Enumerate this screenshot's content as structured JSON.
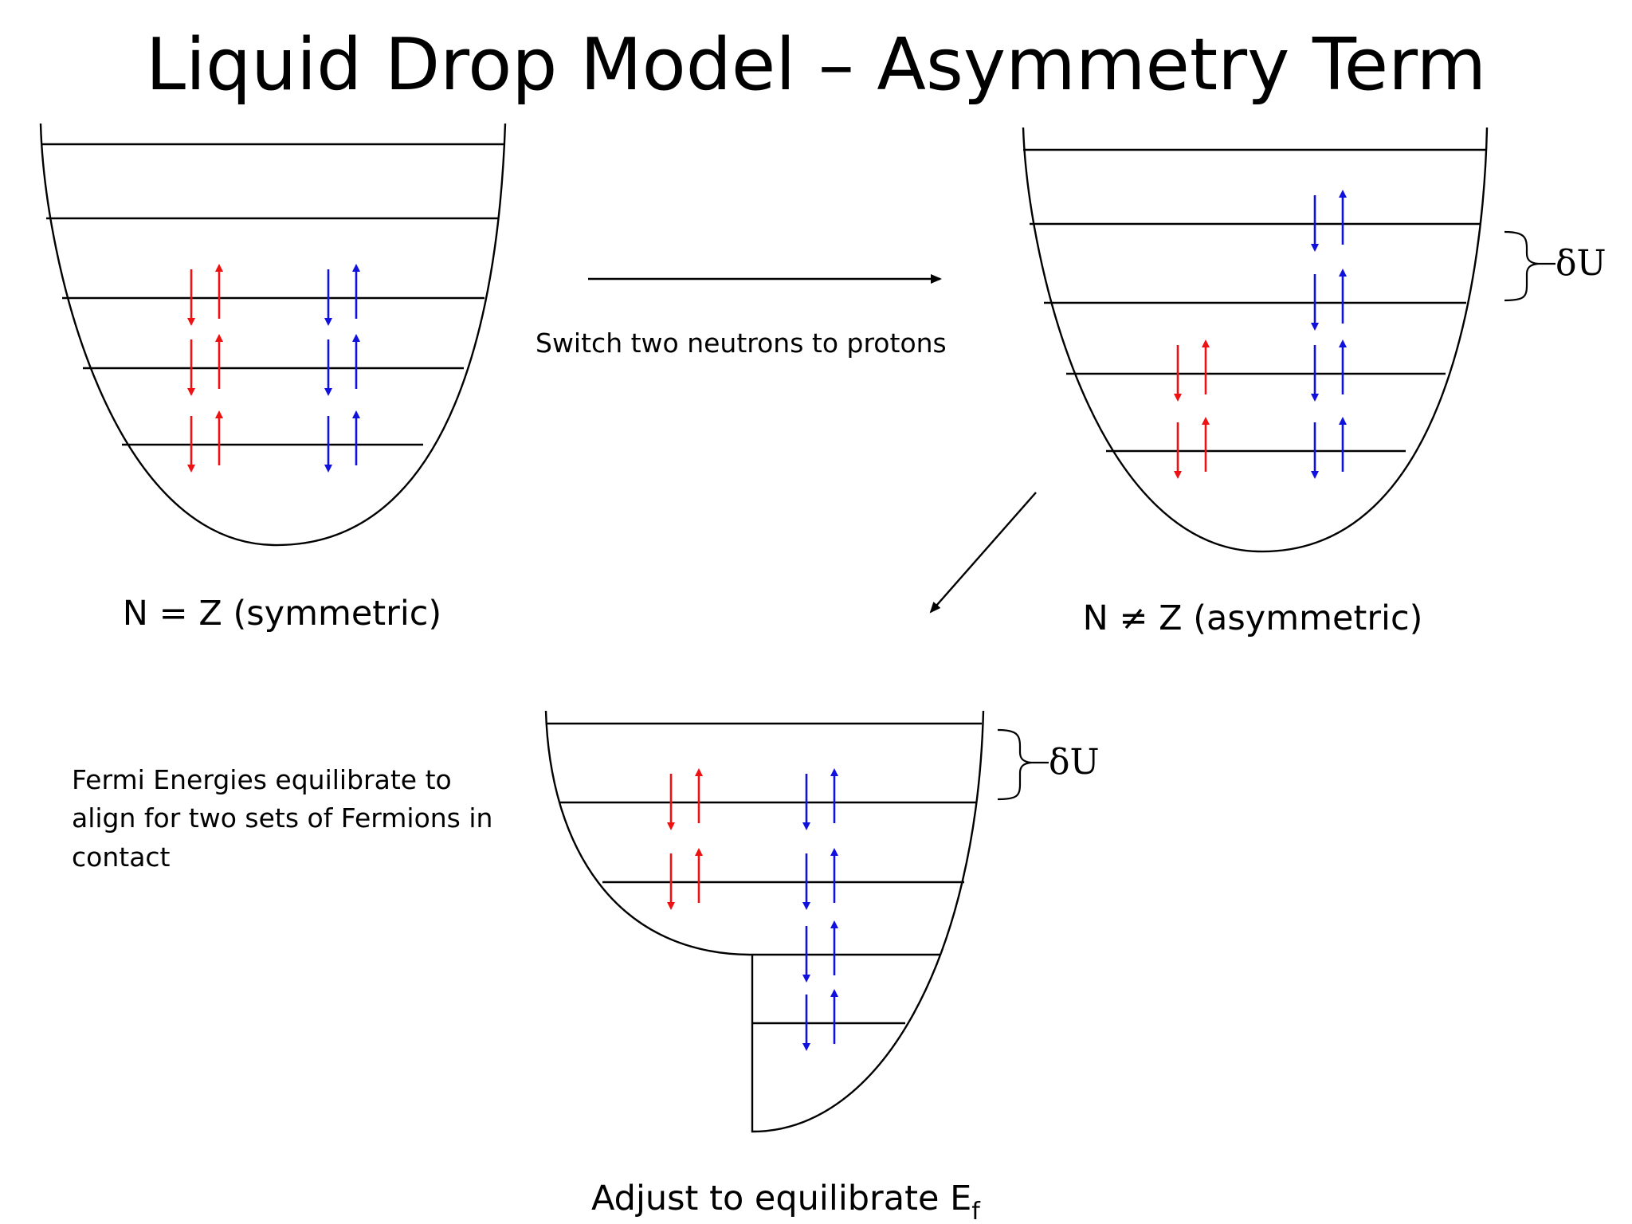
{
  "title": "Liquid Drop Model – Asymmetry Term",
  "labels": {
    "symmetric": "N = Z (symmetric)",
    "asymmetric": "N ≠ Z (asymmetric)",
    "switch": "Switch two neutrons to protons",
    "adjust": "Adjust to equilibrate E",
    "adjust_sub": "f",
    "fermi_line1": "Fermi Energies equilibrate to",
    "fermi_line2": "align for two sets of Fermions in",
    "fermi_line3": "contact",
    "delta_u": "δU"
  },
  "colors": {
    "proton": "#ee1111",
    "neutron": "#1111dd",
    "line": "#000000"
  },
  "icons": {
    "proton_pair": "red-spin-pair-arrows",
    "neutron_pair": "blue-spin-pair-arrows",
    "process_arrow": "arrow-icon"
  }
}
